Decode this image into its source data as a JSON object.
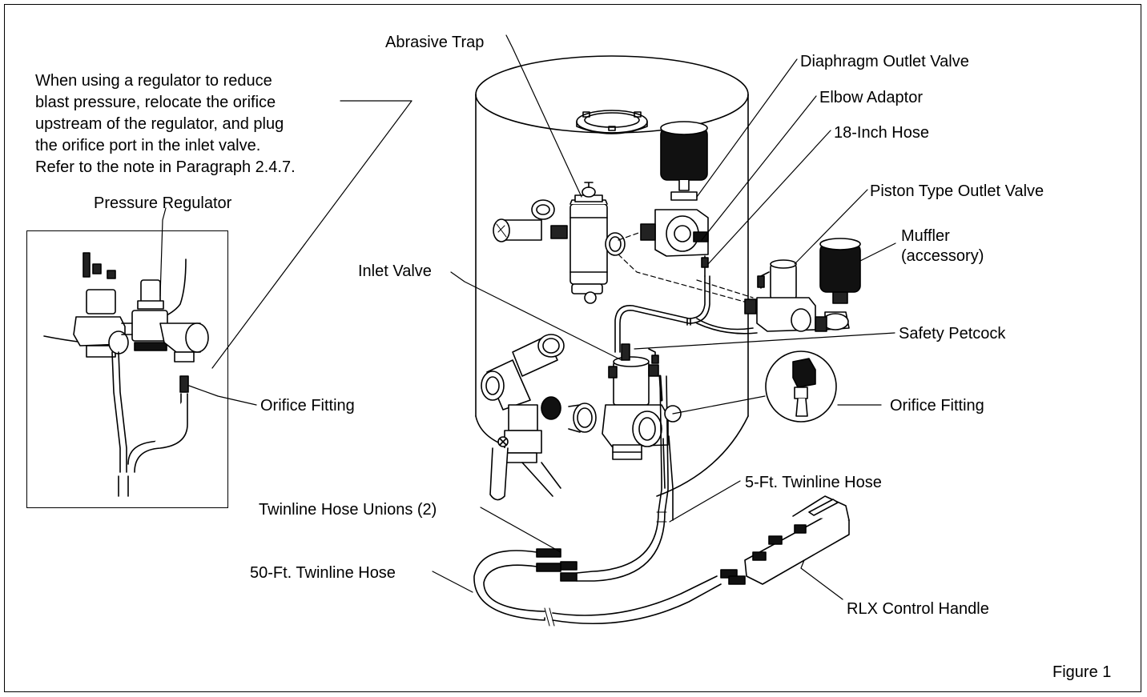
{
  "figure_label": "Figure 1",
  "note": "When using a regulator to reduce\nblast pressure, relocate the orifice\nupstream of the regulator, and plug\nthe orifice port in the inlet valve.\nRefer to the note in Paragraph 2.4.7.",
  "labels": {
    "pressure_regulator": "Pressure Regulator",
    "orifice_fitting_left": "Orifice Fitting",
    "abrasive_trap": "Abrasive Trap",
    "diaphragm_outlet_valve": "Diaphragm Outlet Valve",
    "elbow_adaptor": "Elbow Adaptor",
    "hose_18in": "18-Inch Hose",
    "piston_outlet_valve": "Piston Type Outlet Valve",
    "muffler": "Muffler\n(accessory)",
    "inlet_valve": "Inlet Valve",
    "safety_petcock": "Safety Petcock",
    "orifice_fitting_right": "Orifice Fitting",
    "twinline_5ft": "5-Ft. Twinline Hose",
    "hose_unions": "Twinline Hose Unions (2)",
    "twinline_50ft": "50-Ft. Twinline Hose",
    "rlx_handle": "RLX Control Handle"
  }
}
